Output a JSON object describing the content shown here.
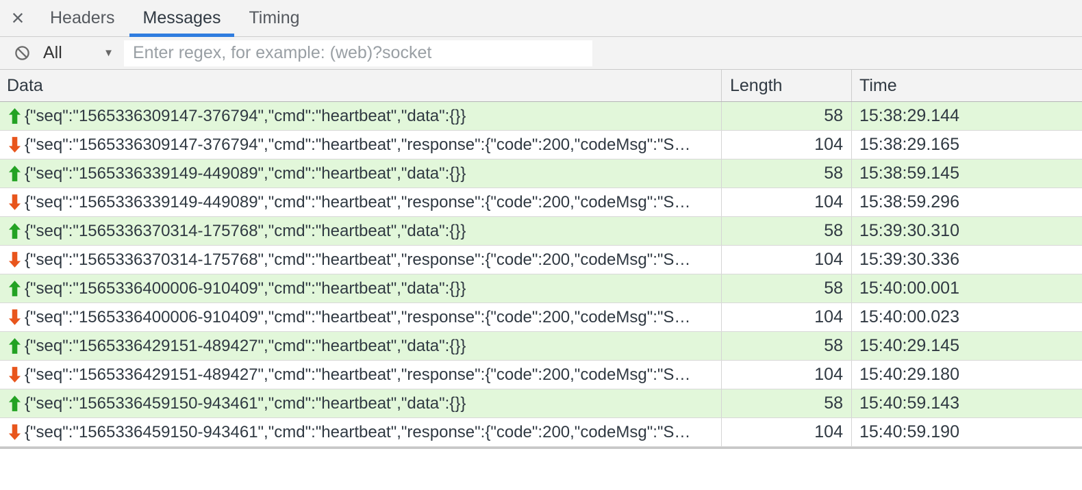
{
  "colors": {
    "accent_blue": "#2f7cdf",
    "sent_row_bg": "#e2f7da",
    "sent_arrow": "#23a223",
    "received_arrow": "#e8551c"
  },
  "tabbar": {
    "close_icon": "×",
    "tabs": [
      {
        "label": "Headers",
        "active": false
      },
      {
        "label": "Messages",
        "active": true
      },
      {
        "label": "Timing",
        "active": false
      }
    ]
  },
  "toolbar": {
    "filter_value": "All",
    "filter_caret": "▼",
    "filter_placeholder": "Enter regex, for example: (web)?socket"
  },
  "table": {
    "columns": [
      "Data",
      "Length",
      "Time"
    ],
    "rows": [
      {
        "direction": "sent",
        "data": "{\"seq\":\"1565336309147-376794\",\"cmd\":\"heartbeat\",\"data\":{}}",
        "length": "58",
        "time": "15:38:29.144"
      },
      {
        "direction": "received",
        "data": "{\"seq\":\"1565336309147-376794\",\"cmd\":\"heartbeat\",\"response\":{\"code\":200,\"codeMsg\":\"S…",
        "length": "104",
        "time": "15:38:29.165"
      },
      {
        "direction": "sent",
        "data": "{\"seq\":\"1565336339149-449089\",\"cmd\":\"heartbeat\",\"data\":{}}",
        "length": "58",
        "time": "15:38:59.145"
      },
      {
        "direction": "received",
        "data": "{\"seq\":\"1565336339149-449089\",\"cmd\":\"heartbeat\",\"response\":{\"code\":200,\"codeMsg\":\"S…",
        "length": "104",
        "time": "15:38:59.296"
      },
      {
        "direction": "sent",
        "data": "{\"seq\":\"1565336370314-175768\",\"cmd\":\"heartbeat\",\"data\":{}}",
        "length": "58",
        "time": "15:39:30.310"
      },
      {
        "direction": "received",
        "data": "{\"seq\":\"1565336370314-175768\",\"cmd\":\"heartbeat\",\"response\":{\"code\":200,\"codeMsg\":\"S…",
        "length": "104",
        "time": "15:39:30.336"
      },
      {
        "direction": "sent",
        "data": "{\"seq\":\"1565336400006-910409\",\"cmd\":\"heartbeat\",\"data\":{}}",
        "length": "58",
        "time": "15:40:00.001"
      },
      {
        "direction": "received",
        "data": "{\"seq\":\"1565336400006-910409\",\"cmd\":\"heartbeat\",\"response\":{\"code\":200,\"codeMsg\":\"S…",
        "length": "104",
        "time": "15:40:00.023"
      },
      {
        "direction": "sent",
        "data": "{\"seq\":\"1565336429151-489427\",\"cmd\":\"heartbeat\",\"data\":{}}",
        "length": "58",
        "time": "15:40:29.145"
      },
      {
        "direction": "received",
        "data": "{\"seq\":\"1565336429151-489427\",\"cmd\":\"heartbeat\",\"response\":{\"code\":200,\"codeMsg\":\"S…",
        "length": "104",
        "time": "15:40:29.180"
      },
      {
        "direction": "sent",
        "data": "{\"seq\":\"1565336459150-943461\",\"cmd\":\"heartbeat\",\"data\":{}}",
        "length": "58",
        "time": "15:40:59.143"
      },
      {
        "direction": "received",
        "data": "{\"seq\":\"1565336459150-943461\",\"cmd\":\"heartbeat\",\"response\":{\"code\":200,\"codeMsg\":\"S…",
        "length": "104",
        "time": "15:40:59.190"
      }
    ]
  }
}
